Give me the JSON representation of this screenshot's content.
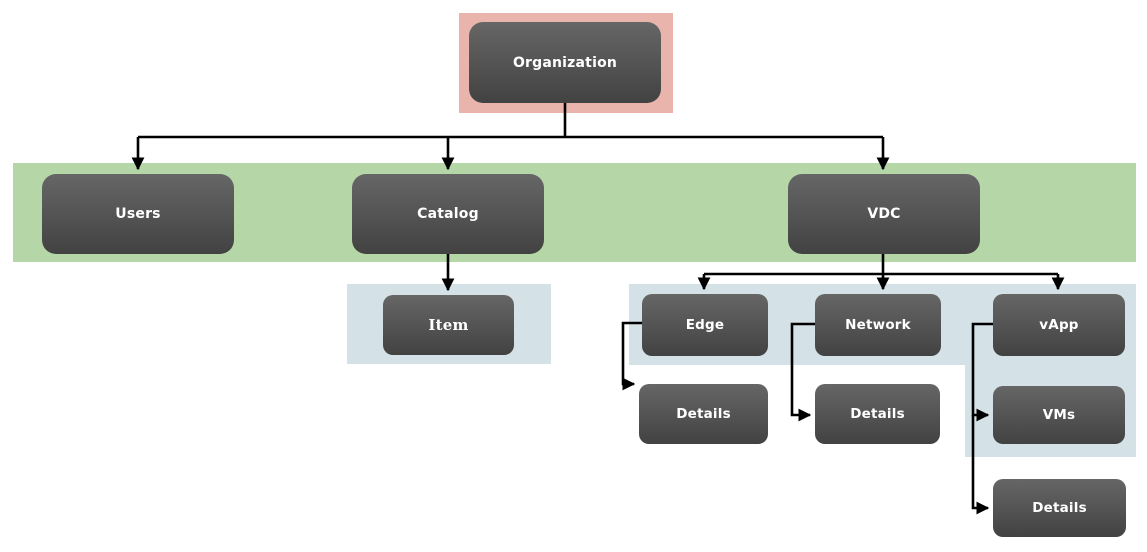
{
  "nodes": {
    "organization": {
      "label": "Organization"
    },
    "users": {
      "label": "Users"
    },
    "catalog": {
      "label": "Catalog"
    },
    "vdc": {
      "label": "VDC"
    },
    "item": {
      "label": "Item"
    },
    "edge": {
      "label": "Edge"
    },
    "network": {
      "label": "Network"
    },
    "vapp": {
      "label": "vApp"
    },
    "edge_details": {
      "label": "Details"
    },
    "network_details": {
      "label": "Details"
    },
    "vms": {
      "label": "VMs"
    },
    "vapp_details": {
      "label": "Details"
    }
  },
  "edges": [
    {
      "from": "Organization",
      "to": "Users"
    },
    {
      "from": "Organization",
      "to": "Catalog"
    },
    {
      "from": "Organization",
      "to": "VDC"
    },
    {
      "from": "Catalog",
      "to": "Item"
    },
    {
      "from": "VDC",
      "to": "Edge"
    },
    {
      "from": "VDC",
      "to": "Network"
    },
    {
      "from": "VDC",
      "to": "vApp"
    },
    {
      "from": "Edge",
      "to": "Details"
    },
    {
      "from": "Network",
      "to": "Details"
    },
    {
      "from": "vApp",
      "to": "VMs"
    },
    {
      "from": "vApp",
      "to": "Details"
    }
  ],
  "colors": {
    "root_band": "#e8b4ac",
    "level1_band": "#b5d6a7",
    "level2_band": "#d4e1e6",
    "node_gradient_top": "#666666",
    "node_gradient_bottom": "#424242",
    "node_text": "#ffffff",
    "connector": "#000000",
    "background": "#ffffff"
  }
}
